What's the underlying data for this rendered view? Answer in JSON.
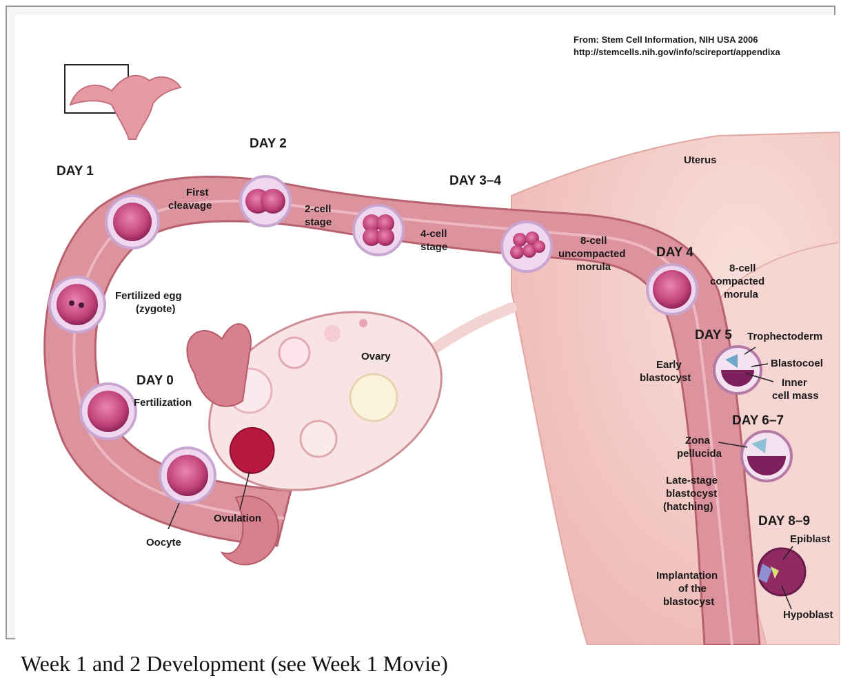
{
  "source": {
    "line1": "From: Stem Cell Information, NIH USA 2006",
    "line2": "http://stemcells.nih.gov/info/scireport/appendixa"
  },
  "days": {
    "day0": "DAY 0",
    "day1": "DAY 1",
    "day2": "DAY 2",
    "day34": "DAY 3–4",
    "day4": "DAY 4",
    "day5": "DAY 5",
    "day67": "DAY 6–7",
    "day89": "DAY 8–9"
  },
  "labels": {
    "uterus": "Uterus",
    "ovary": "Ovary",
    "ovulation": "Ovulation",
    "oocyte": "Oocyte",
    "fertilization": "Fertilization",
    "zygote_1": "Fertilized egg",
    "zygote_2": "(zygote)",
    "first_cleavage_1": "First",
    "first_cleavage_2": "cleavage",
    "two_cell_1": "2-cell",
    "two_cell_2": "stage",
    "four_cell_1": "4-cell",
    "four_cell_2": "stage",
    "uncompacted_1": "8-cell",
    "uncompacted_2": "uncompacted",
    "uncompacted_3": "morula",
    "compacted_1": "8-cell",
    "compacted_2": "compacted",
    "compacted_3": "morula",
    "trophectoderm": "Trophectoderm",
    "blastocoel": "Blastocoel",
    "inner_cell_mass_1": "Inner",
    "inner_cell_mass_2": "cell mass",
    "early_blastocyst_1": "Early",
    "early_blastocyst_2": "blastocyst",
    "zona_1": "Zona",
    "zona_2": "pellucida",
    "late_blastocyst_1": "Late-stage",
    "late_blastocyst_2": "blastocyst",
    "late_blastocyst_3": "(hatching)",
    "epiblast": "Epiblast",
    "hypoblast": "Hypoblast",
    "implantation_1": "Implantation",
    "implantation_2": "of the",
    "implantation_3": "blastocyst"
  },
  "caption": "Week 1 and 2 Development (see Week 1 Movie)",
  "colors": {
    "tube": "#d98c98",
    "uterus": "#f3cdc8",
    "cell": "#c2447a",
    "ovary": "#f8e4e4"
  }
}
